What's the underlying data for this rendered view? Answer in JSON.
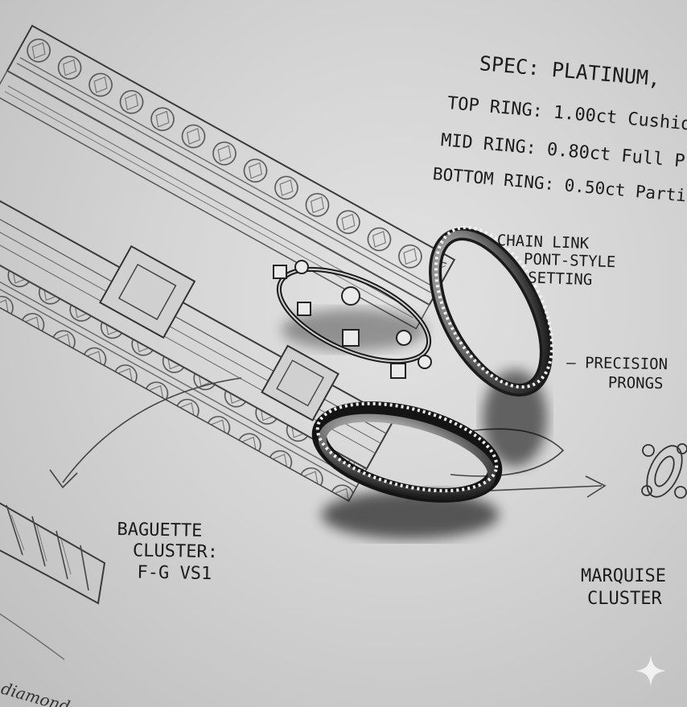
{
  "annotations": {
    "spec_title": "SPEC: PLATINUM,",
    "top_ring": "TOP RING: 1.00ct Cushio",
    "mid_ring": "MID RING: 0.80ct Full P",
    "bottom_ring": "BOTTOM RING: 0.50ct Parti",
    "chain_link": [
      "CHAIN LINK",
      "PONT-STYLE",
      "SETTING"
    ],
    "precision": [
      "— PRECISION",
      "PRONGS"
    ],
    "baguette": [
      "BAGUETTE",
      "CLUSTER:",
      "F-G VS1"
    ],
    "marquise": [
      "MARQUISE",
      "CLUSTER"
    ],
    "script_note": "diamond"
  },
  "scene": {
    "objects": [
      "pencil-sketch-eternity-band-upper",
      "pencil-sketch-eternity-band-lower",
      "chain-link-diamond-ring",
      "pave-diamond-eternity-band-tilted",
      "pave-diamond-eternity-band-flat",
      "baguette-cluster-sketch",
      "marquise-cluster-sketch",
      "sparkle-icon"
    ]
  },
  "colors": {
    "paper": "#d6d6d6",
    "pencil": "#3a3a3a",
    "metal_dark": "#1a1a1a",
    "metal_light": "#f0f0f0"
  }
}
